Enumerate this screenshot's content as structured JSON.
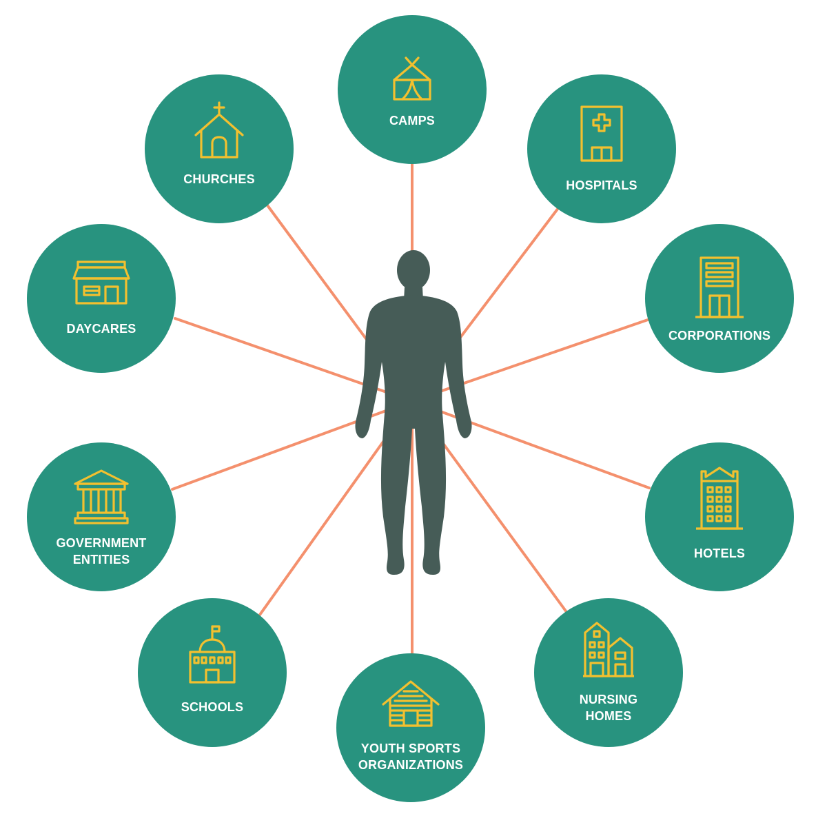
{
  "colors": {
    "circle": "#28937f",
    "connector": "#f4906d",
    "icon": "#f3c02f",
    "label": "#ffffff",
    "person": "#465c57"
  },
  "center": {
    "icon": "human-figure-icon"
  },
  "nodes": [
    {
      "id": "camps",
      "label": "CAMPS",
      "icon": "tent-icon"
    },
    {
      "id": "hospitals",
      "label": "HOSPITALS",
      "icon": "hospital-building-icon"
    },
    {
      "id": "corporations",
      "label": "CORPORATIONS",
      "icon": "office-tower-icon"
    },
    {
      "id": "hotels",
      "label": "HOTELS",
      "icon": "hotel-building-icon"
    },
    {
      "id": "nursing-homes",
      "label": "NURSING\nHOMES",
      "icon": "houses-icon"
    },
    {
      "id": "youth-sports",
      "label": "YOUTH SPORTS\nORGANIZATIONS",
      "icon": "cabin-icon"
    },
    {
      "id": "schools",
      "label": "SCHOOLS",
      "icon": "school-dome-icon"
    },
    {
      "id": "government",
      "label": "GOVERNMENT\nENTITIES",
      "icon": "government-building-icon"
    },
    {
      "id": "daycares",
      "label": "DAYCARES",
      "icon": "storefront-icon"
    },
    {
      "id": "churches",
      "label": "CHURCHES",
      "icon": "church-icon"
    }
  ]
}
